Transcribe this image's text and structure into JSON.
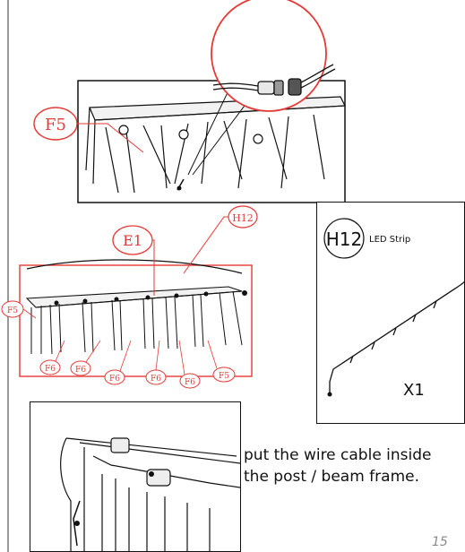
{
  "callouts": {
    "top": {
      "f5": "F5"
    },
    "middle": {
      "e1": "E1",
      "h12": "H12",
      "f5_left": "F5",
      "f6_a": "F6",
      "f6_b": "F6",
      "f6_c": "F6",
      "f6_d": "F6",
      "f6_e": "F6",
      "f5_right": "F5"
    }
  },
  "part": {
    "code": "H12",
    "name": "LED Strip",
    "quantity": "X1"
  },
  "instruction": {
    "line1": "put the wire cable inside",
    "line2": "the post / beam frame."
  },
  "page_number": "15",
  "colors": {
    "callout": "#e53935",
    "line": "#111111"
  }
}
